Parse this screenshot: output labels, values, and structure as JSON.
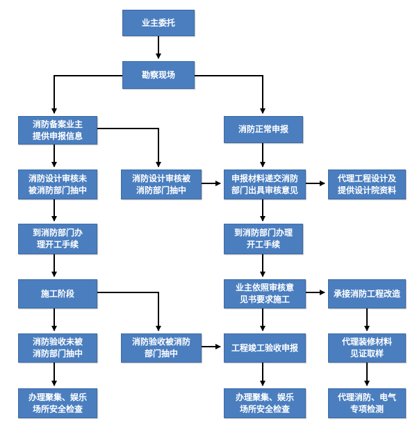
{
  "colors": {
    "box_fill": "#4a7ebf",
    "box_text": "#ffffff",
    "arrow": "#000000"
  },
  "nodes": {
    "owner_commission": "业主委托",
    "site_survey": "勘察现场",
    "filing_owner_info": "消防备案业主\n提供申报信息",
    "normal_declaration": "消防正常申报",
    "design_not_selected": "消防设计审核未\n被消防部门抽中",
    "design_selected": "消防设计审核被\n消防部门抽中",
    "submit_materials": "申报材料递交消防\n部门出具审核意见",
    "agent_design": "代理工程设计及\n提供设计院资料",
    "permit_left": "到消防部门办\n理开工手续",
    "permit_right": "到消防部门办理\n开工手续",
    "construction_phase": "施工阶段",
    "construct_per_opinion": "业主依照审核意\n见书要求施工",
    "undertake_renovation": "承接消防工程改造",
    "acceptance_not_selected": "消防验收未被\n消防部门抽中",
    "acceptance_selected": "消防验收被消防\n部门抽中",
    "completion_acceptance": "工程竣工验收申报",
    "agent_material_cert": "代理装修材料\n见证取样",
    "safety_check_left": "办理聚集、娱乐\n场所安全检查",
    "safety_check_right": "办理聚集、娱乐\n场所安全检查",
    "agent_fire_electric": "代理消防、电气\n专项检测"
  }
}
